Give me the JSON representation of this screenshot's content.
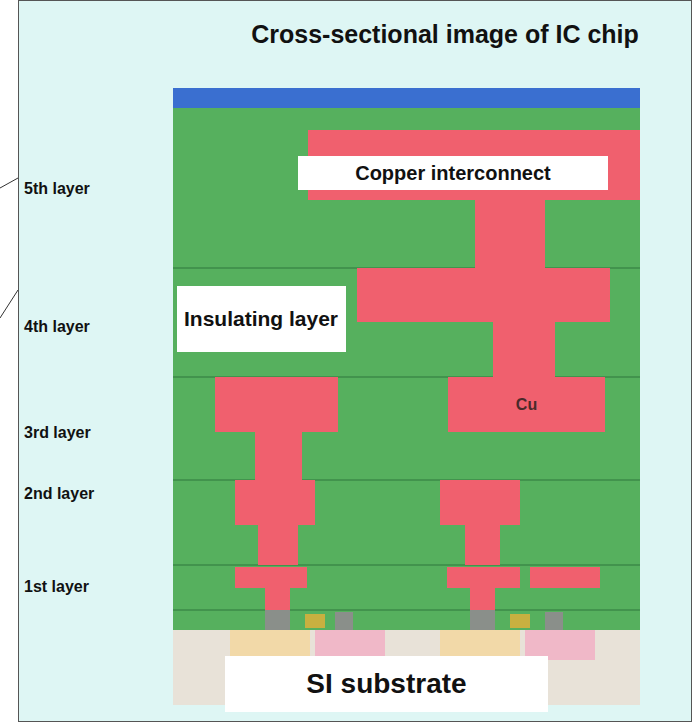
{
  "diagram": {
    "title": "Cross-sectional image of IC chip",
    "nodes": [
      {
        "text": [
          "Copper interconnect"
        ]
      },
      {
        "text": [
          "Insulating layer"
        ]
      },
      {
        "text": [
          "Cu"
        ]
      },
      {
        "text": [
          "SI substrate"
        ]
      }
    ],
    "labels": [
      "5th layer",
      "4th layer",
      "3rd layer",
      "2nd layer",
      "1st layer"
    ]
  }
}
